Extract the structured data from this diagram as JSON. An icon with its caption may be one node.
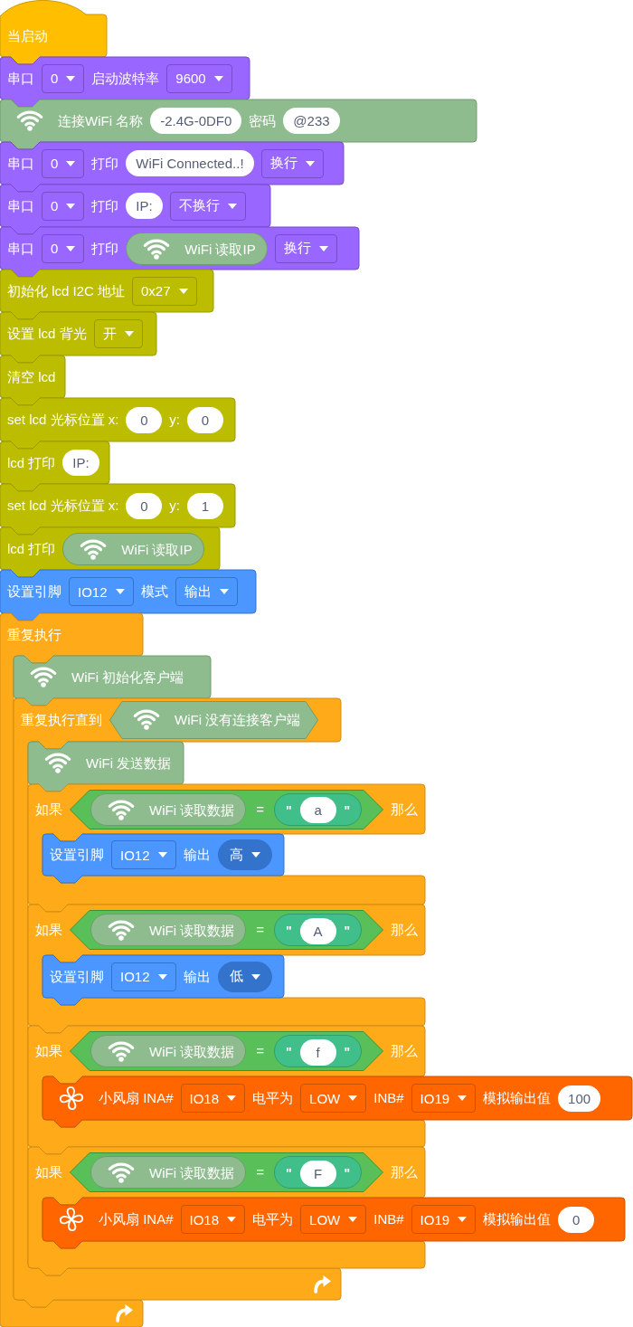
{
  "diagram": {
    "nodes": [
      {
        "text": [
          "当启动"
        ]
      },
      {
        "text": [
          "串口",
          "0",
          "启动波特率",
          "9600"
        ]
      },
      {
        "text": [
          "连接WiFi 名称",
          "-2.4G-0DF0",
          "密码",
          "@233"
        ]
      },
      {
        "text": [
          "串口",
          "0",
          "打印",
          "WiFi Connected..!",
          "换行"
        ]
      },
      {
        "text": [
          "串口",
          "0",
          "打印",
          "IP:",
          "不换行"
        ]
      },
      {
        "text": [
          "串口",
          "0",
          "打印",
          "换行"
        ]
      },
      {
        "text": [
          "WiFi 读取IP"
        ],
        "in": 5
      },
      {
        "text": [
          "初始化 lcd I2C 地址",
          "0x27"
        ]
      },
      {
        "text": [
          "设置 lcd 背光",
          "开"
        ]
      },
      {
        "text": [
          "清空 lcd"
        ]
      },
      {
        "text": [
          "set lcd 光标位置 x:",
          "0",
          "y:",
          "0"
        ]
      },
      {
        "text": [
          "lcd 打印",
          "IP:"
        ]
      },
      {
        "text": [
          "set lcd 光标位置 x:",
          "0",
          "y:",
          "1"
        ]
      },
      {
        "text": [
          "lcd 打印"
        ]
      },
      {
        "text": [
          "WiFi 读取IP"
        ],
        "in": 13
      },
      {
        "text": [
          "设置引脚",
          "IO12",
          "模式",
          "输出"
        ]
      },
      {
        "text": [
          "重复执行"
        ]
      },
      {
        "text": [
          "WiFi 初始化客户端"
        ]
      },
      {
        "text": [
          "重复执行直到"
        ]
      },
      {
        "text": [
          "WiFi 没有连接客户端"
        ],
        "in": 18
      },
      {
        "text": [
          "WiFi 发送数据"
        ],
        "in": 18
      },
      {
        "text": [
          "如果",
          "那么"
        ]
      },
      {
        "text": [
          "="
        ],
        "in": 21
      },
      {
        "text": [
          "WiFi 读取数据"
        ],
        "in": 22
      },
      {
        "text": [
          "\"",
          "a",
          "\""
        ],
        "in": 22
      },
      {
        "text": [
          "设置引脚",
          "IO12",
          "输出",
          "高"
        ],
        "in": 21
      },
      {
        "text": [
          "如果",
          "那么"
        ]
      },
      {
        "text": [
          "="
        ],
        "in": 26
      },
      {
        "text": [
          "WiFi 读取数据"
        ],
        "in": 27
      },
      {
        "text": [
          "\"",
          "A",
          "\""
        ],
        "in": 27
      },
      {
        "text": [
          "设置引脚",
          "IO12",
          "输出",
          "低"
        ],
        "in": 26
      },
      {
        "text": [
          "如果",
          "那么"
        ]
      },
      {
        "text": [
          "="
        ],
        "in": 31
      },
      {
        "text": [
          "WiFi 读取数据"
        ],
        "in": 32
      },
      {
        "text": [
          "\"",
          "f",
          "\""
        ],
        "in": 32
      },
      {
        "text": [
          "小风扇 INA#",
          "IO18",
          "电平为",
          "LOW",
          "INB#",
          "IO19",
          "模拟输出值",
          "100"
        ]
      },
      {
        "text": [
          "如果",
          "那么"
        ]
      },
      {
        "text": [
          "="
        ],
        "in": 36
      },
      {
        "text": [
          "WiFi 读取数据"
        ],
        "in": 37
      },
      {
        "text": [
          "\"",
          "F",
          "\""
        ],
        "in": 37
      },
      {
        "text": [
          "小风扇 INA#",
          "IO18",
          "电平为",
          "LOW",
          "INB#",
          "IO19",
          "模拟输出值",
          "0"
        ]
      }
    ]
  }
}
